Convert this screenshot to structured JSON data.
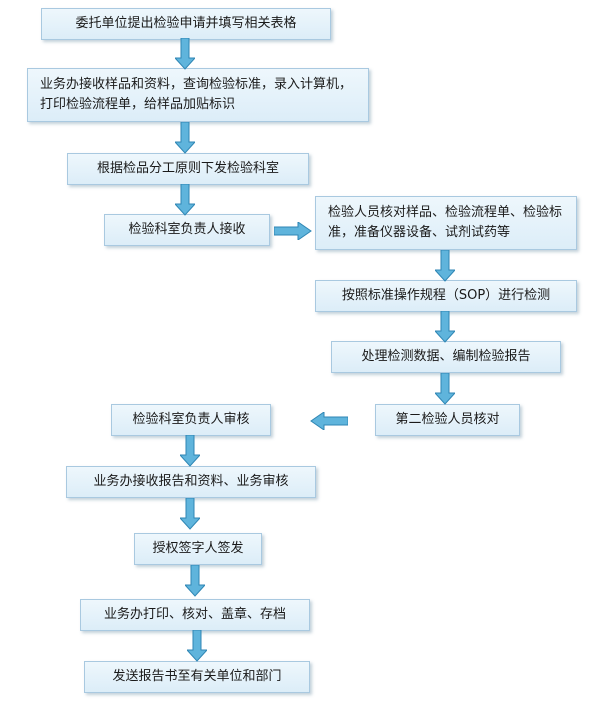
{
  "flowchart": {
    "steps": [
      "委托单位提出检验申请并填写相关表格",
      "业务办接收样品和资料，查询检验标准，录入计算机，打印检验流程单，给样品加贴标识",
      "根据检品分工原则下发检验科室",
      "检验科室负责人接收",
      "检验人员核对样品、检验流程单、检验标准，准备仪器设备、试剂试药等",
      "按照标准操作规程（SOP）进行检测",
      "处理检测数据、编制检验报告",
      "第二检验人员核对",
      "检验科室负责人审核",
      "业务办接收报告和资料、业务审核",
      "授权签字人签发",
      "业务办打印、核对、盖章、存档",
      "发送报告书至有关单位和部门"
    ]
  },
  "colors": {
    "box_fill": "#e3f1fa",
    "box_border": "#a9c9e0",
    "arrow_fill": "#5fb4dc",
    "arrow_stroke": "#2f86b4"
  }
}
